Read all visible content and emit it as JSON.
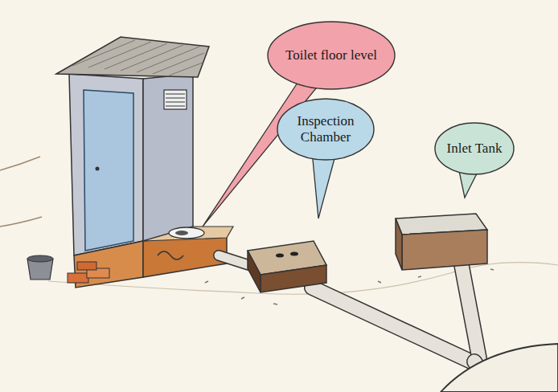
{
  "diagram": {
    "nodes": [
      {
        "text": [
          "Toilet floor level"
        ]
      },
      {
        "text": [
          "Inspection Chamber"
        ]
      },
      {
        "text": [
          "Inlet Tank"
        ]
      }
    ]
  }
}
